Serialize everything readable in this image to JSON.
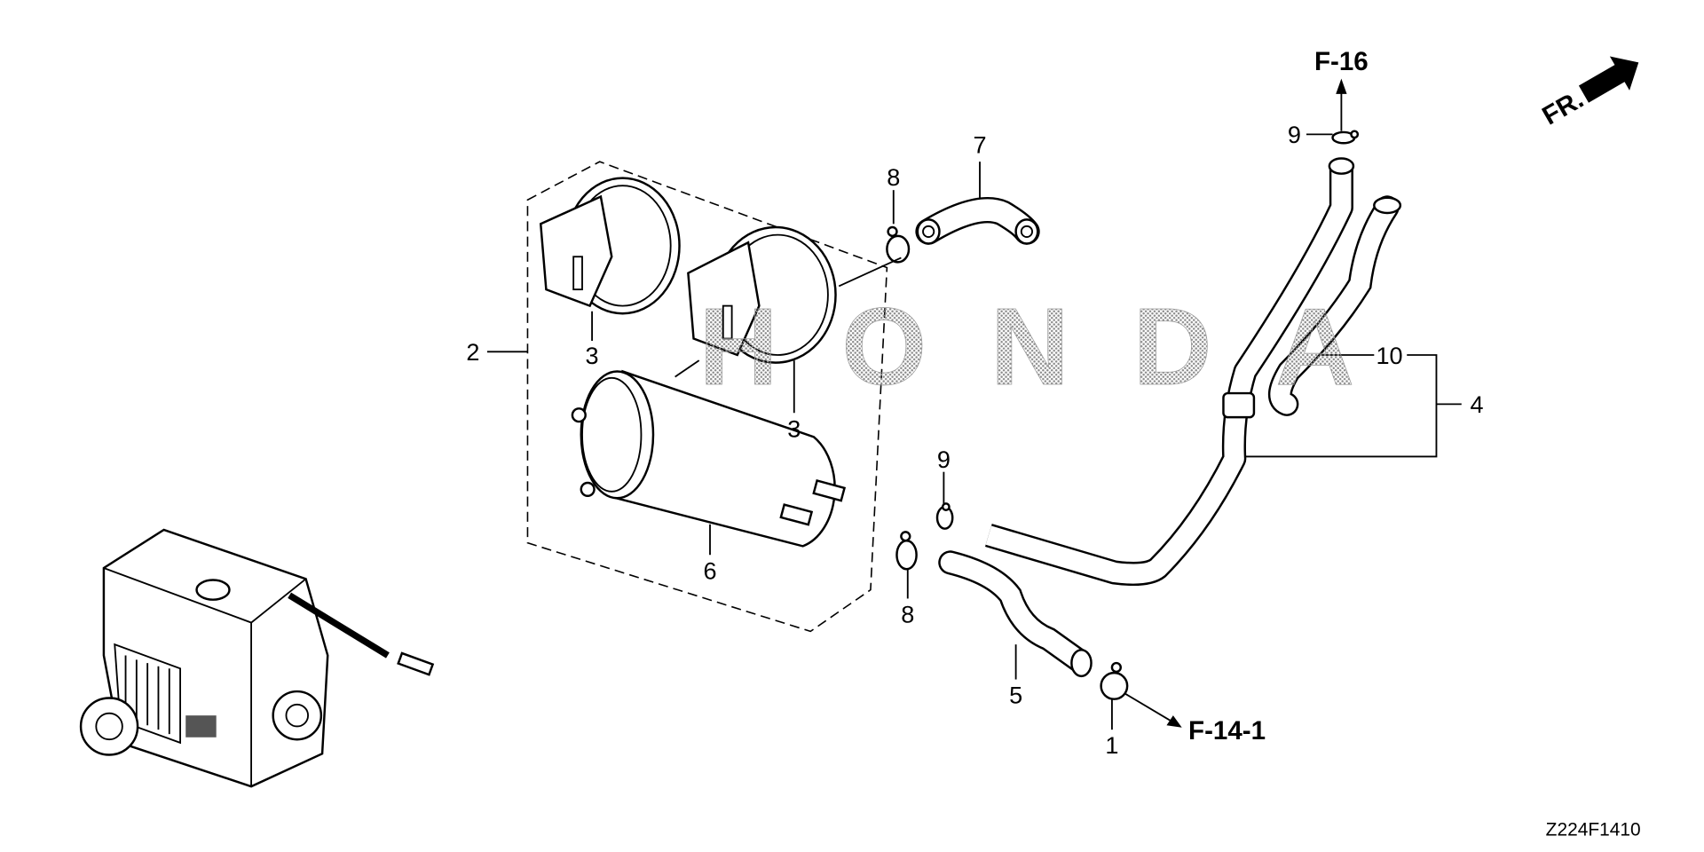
{
  "diagram": {
    "watermark": "HONDA",
    "diagram_code": "Z224F1410",
    "front_indicator": "FR.",
    "references": {
      "top": "F-16",
      "bottom": "F-14-1"
    },
    "callouts": {
      "c1": "1",
      "c2": "2",
      "c3a": "3",
      "c3b": "3",
      "c4": "4",
      "c5": "5",
      "c6": "6",
      "c7": "7",
      "c8a": "8",
      "c8b": "8",
      "c9a": "9",
      "c9b": "9",
      "c10": "10"
    },
    "colors": {
      "line": "#000000",
      "background": "#ffffff",
      "watermark": "#9a9a9a"
    }
  }
}
